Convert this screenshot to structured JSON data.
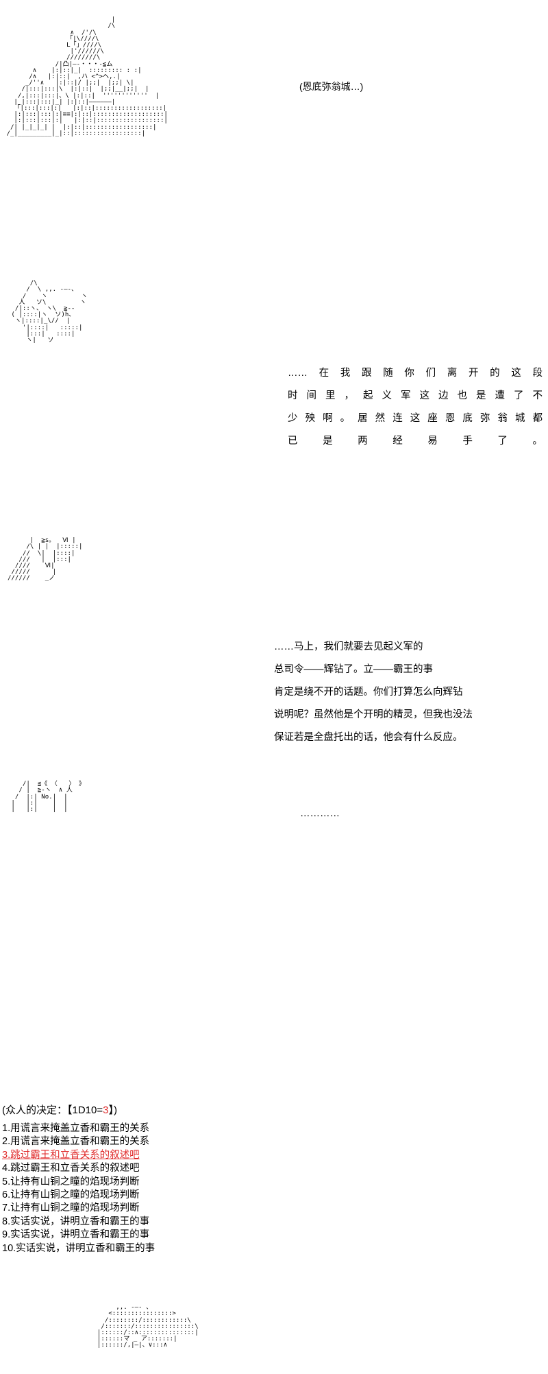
{
  "scene": {
    "castle_caption": "(恩底弥翁城…)",
    "castle_art": "                             |\n                            /\\\n                  ∧  /'/\\\n                 「|\\////\\\n                 L「」////\\\n                  |'//////\\\n                 ////////\\\n              /|凸|―-・・・-≦ム\n        ∧    |:|::|_|  ::::::::: : :|\n       /∧   |:|::|  ,ハ <^>ヘ,.|\n      _/''∧   |:|::|/ |;;|  |;;| \\|\n     /|:::|:::|\\  |:|::|  |;;|__|;;|  |\n    /,|:::|:::|、\\ |:|::|  ''''''''''''  |\n   |_|:::|:::|_| |:|::|――――――|\n   「|:::|:::|:|   |:|::|::::::::::::::::::|\n   |:|:::|:::|:|≡≡|:|::|:::::::::::::::::::|\n   |:|:::|:::|:|   |:|::|::::::::::::::::::|\n  /| |_|_|_| |  |:|::|::::::::::::::::::|\n /_|_________|_|::|::::::::::::::::::|",
    "character_a_art": "        /\\\n       /  \\ ,,. -―-、\n      /    ヽ         ヽ\n     人   ソ\\         ヽ\n    /|::ヽ、 ヽ\\  ≧--\n   ( |::::|ヽ  ソ)h、\n    ヽ|::::|_\\//  |\n      '|::::|   :::::|\n       |:::|   ::::|\n       ヽ|   ソ",
    "character_b_art": "        |  ≧s。  Ⅵ |\n       /\\ | |  |:::::|\n      //  \\|  |::::|\n     ///   |  |:::|\n    ////    Ⅵ|\n   /////      |\n  //////    _ノ",
    "character_c_art": "      /|  ≦《 〈   〉 》\n     / |  ≧-ヽ  ∧ 人\n    /  |:| No.|  |\n   |   |:|    |  |\n   |   |:|    |  |",
    "bottom_art": "         ,,. -―- 、\n       <::::::::::::::::>\n      /::::::::/::::::::::::\\\n     /:::::::/::::::::::::::::\\\n    |::::::/::∧:::::::::::::::|\n    |::::::マ _ ア:::::::|\n    |::::::/,|―|、∨:::∧"
  },
  "dialogue_a": {
    "speaker_lines": [
      "……在我跟随你们离开的这段",
      "时间里，起义军这边也是遭了不",
      "少殃啊。居然连这座恩底弥翁城都",
      "已是两经易手了。"
    ]
  },
  "dialogue_b": {
    "speaker_lines": [
      "……马上，我们就要去见起义军的",
      "总司令――辉钻了。立――霸王的事",
      "肯定是绕不开的话题。你们打算怎么向辉钻",
      "说明呢？虽然他是个开明的精灵，但我也没法",
      "保证若是全盘托出的话，他会有什么反应。"
    ]
  },
  "dialogue_c": {
    "text": "…………"
  },
  "decision": {
    "label_prefix": "(众人的决定：【1D10=",
    "roll_value": "3",
    "label_suffix": "】)",
    "choices": [
      {
        "number": "1.",
        "text": "用谎言来掩盖立香和霸王的关系",
        "selected": false
      },
      {
        "number": "2.",
        "text": "用谎言来掩盖立香和霸王的关系",
        "selected": false
      },
      {
        "number": "3.",
        "text": "跳过霸王和立香关系的叙述吧",
        "selected": true
      },
      {
        "number": "4.",
        "text": "跳过霸王和立香关系的叙述吧",
        "selected": false
      },
      {
        "number": "5.",
        "text": "让持有山铜之瞳的焰现场判断",
        "selected": false
      },
      {
        "number": "6.",
        "text": "让持有山铜之瞳的焰现场判断",
        "selected": false
      },
      {
        "number": "7.",
        "text": "让持有山铜之瞳的焰现场判断",
        "selected": false
      },
      {
        "number": "8.",
        "text": "实话实说，讲明立香和霸王的事",
        "selected": false
      },
      {
        "number": "9.",
        "text": "实话实说，讲明立香和霸王的事",
        "selected": false
      },
      {
        "number": "10.",
        "text": "实话实说，讲明立香和霸王的事",
        "selected": false
      }
    ]
  },
  "colors": {
    "background": "#ffffff",
    "text": "#000000",
    "highlight": "#e02b2b"
  }
}
